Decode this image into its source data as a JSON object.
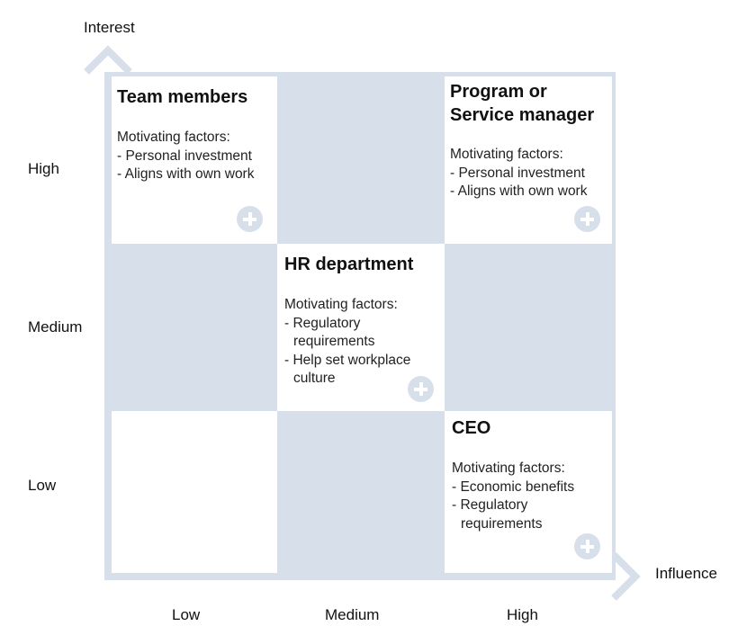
{
  "axes": {
    "y_title": "Interest",
    "x_title": "Influence",
    "y_levels": [
      "High",
      "Medium",
      "Low"
    ],
    "x_levels": [
      "Low",
      "Medium",
      "High"
    ]
  },
  "colors": {
    "cell_fill": "#d6dfea",
    "axis": "#d6dfea",
    "cell_white": "#ffffff"
  },
  "cards": {
    "team_members": {
      "title": "Team members",
      "factors_heading": "Motivating factors:",
      "factors": [
        "- Personal investment",
        "- Aligns with own work"
      ]
    },
    "program_manager": {
      "title_line1": "Program or",
      "title_line2": "Service manager",
      "factors_heading": "Motivating factors:",
      "factors": [
        "- Personal investment",
        "- Aligns with own work"
      ]
    },
    "hr_department": {
      "title": "HR department",
      "factors_heading": "Motivating factors:",
      "factors": [
        "- Regulatory",
        "requirements",
        "- Help set workplace",
        "culture"
      ]
    },
    "ceo": {
      "title": "CEO",
      "factors_heading": "Motivating factors:",
      "factors": [
        "- Economic benefits",
        "- Regulatory",
        "requirements"
      ]
    }
  },
  "icons": {
    "expand": "plus-circle-icon"
  }
}
